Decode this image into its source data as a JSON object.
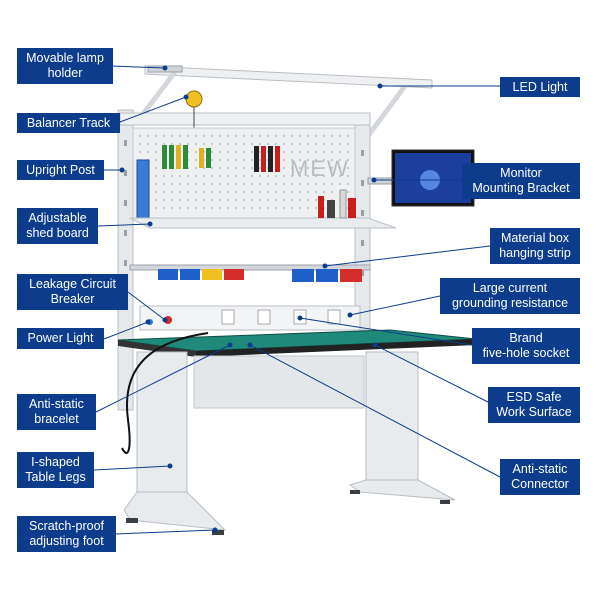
{
  "labels": {
    "movable_lamp_holder": "Movable lamp\nholder",
    "balancer_track": "Balancer Track",
    "upright_post": "Upright Post",
    "adjustable_shed_board": "Adjustable\nshed board",
    "leakage_circuit_breaker": "Leakage Circuit\nBreaker",
    "power_light": "Power Light",
    "anti_static_bracelet": "Anti-static\nbracelet",
    "i_shaped_table_legs": "I-shaped\nTable Legs",
    "scratch_proof_adjusting_foot": "Scratch-proof\nadjusting foot",
    "led_light": "LED Light",
    "monitor_mounting_bracket": "Monitor\nMounting Bracket",
    "material_box_hanging_strip": "Material box\nhanging strip",
    "large_current_grounding_resistance": "Large current\ngrounding resistance",
    "brand_five_hole_socket": "Brand\nfive-hole socket",
    "esd_safe_work_surface": "ESD Safe\nWork Surface",
    "anti_static_connector": "Anti-static\nConnector"
  },
  "pegboard_text": "MEW",
  "colors": {
    "label_bg": "#0d3c8c",
    "frame": "#e4e7ea",
    "frame_edge": "#b9bec4",
    "work_surface": "#1f8a7a",
    "bin_blue": "#1e5fc8",
    "bin_yellow": "#f0c020",
    "bin_red": "#d42b2b"
  }
}
